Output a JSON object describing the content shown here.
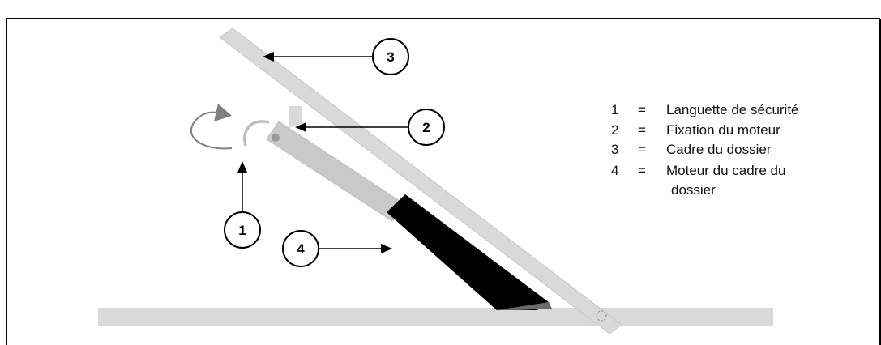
{
  "callouts": [
    {
      "number": "1"
    },
    {
      "number": "2"
    },
    {
      "number": "3"
    },
    {
      "number": "4"
    }
  ],
  "legend": [
    {
      "number": "1",
      "sep": "=",
      "lines": [
        "Languette de sécurité"
      ]
    },
    {
      "number": "2",
      "sep": "=",
      "lines": [
        "Fixation du moteur"
      ]
    },
    {
      "number": "3",
      "sep": "=",
      "lines": [
        "Cadre du dossier"
      ]
    },
    {
      "number": "4",
      "sep": "=",
      "lines": [
        "Moteur du cadre du",
        "dossier"
      ]
    }
  ],
  "colors": {
    "frame": "#d9d9d9",
    "frame_stroke": "#c6c6c6",
    "motor_rod": "#c9c9c9",
    "motor_body": "#000000",
    "arrow": "#000000",
    "rotation_arrow": "#7f7f7f",
    "pivot": "#9a9a9a"
  }
}
